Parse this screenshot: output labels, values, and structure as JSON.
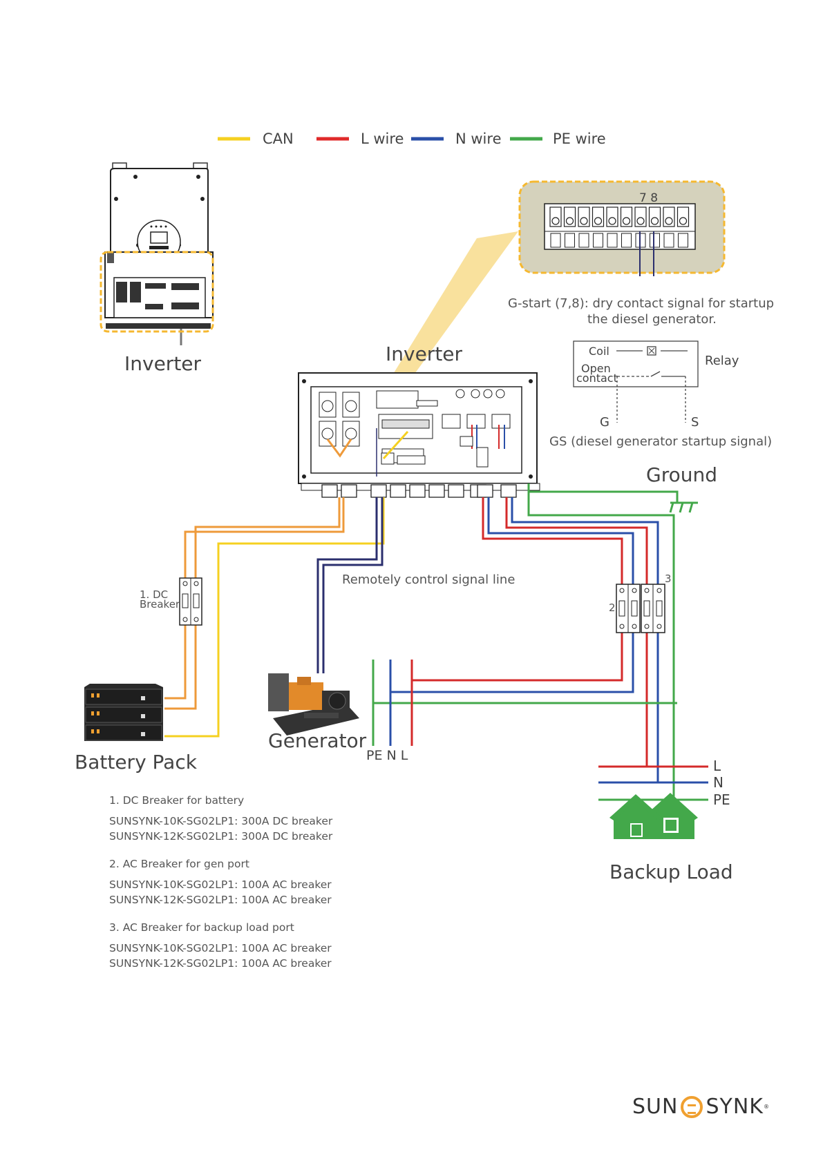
{
  "legend": [
    {
      "label": "CAN",
      "color": "#f5d020"
    },
    {
      "label": "L wire",
      "color": "#e02a2a"
    },
    {
      "label": "N wire",
      "color": "#2a4fa8"
    },
    {
      "label": "PE wire",
      "color": "#43a84a"
    }
  ],
  "labels": {
    "inverter_top": "Inverter",
    "inverter_main": "Inverter",
    "gstart_line1": "G-start (7,8): dry contact signal for startup",
    "gstart_line2": "the diesel generator.",
    "terminal_numbers": "7 8",
    "relay": "Relay",
    "coil": "Coil",
    "open_contact_1": "Open",
    "open_contact_2": "contact",
    "g": "G",
    "s": "S",
    "gs_signal": "GS (diesel generator startup signal)",
    "ground": "Ground",
    "dc_breaker_1": "1. DC",
    "dc_breaker_2": "Breaker",
    "remote_line": "Remotely control signal line",
    "breaker_2": "2",
    "breaker_3": "3",
    "battery_pack": "Battery Pack",
    "generator": "Generator",
    "gen_terminals": "PE N  L",
    "out_l": "L",
    "out_n": "N",
    "out_pe": "PE",
    "backup_load": "Backup Load"
  },
  "notes": [
    {
      "title": "1. DC Breaker for battery",
      "lines": [
        "SUNSYNK-10K-SG02LP1: 300A DC breaker",
        "SUNSYNK-12K-SG02LP1: 300A DC breaker"
      ]
    },
    {
      "title": "2. AC Breaker for gen port",
      "lines": [
        "SUNSYNK-10K-SG02LP1: 100A AC breaker",
        "SUNSYNK-12K-SG02LP1: 100A AC breaker"
      ]
    },
    {
      "title": "3. AC Breaker for backup load port",
      "lines": [
        "SUNSYNK-10K-SG02LP1: 100A AC breaker",
        "SUNSYNK-12K-SG02LP1: 100A AC breaker"
      ]
    }
  ],
  "logo": {
    "left": "SUN",
    "right": "SYNK",
    "reg": "®",
    "accent": "#f0a030"
  },
  "colors": {
    "orange": "#ee9a3a",
    "yellow": "#f5d020",
    "red": "#d42a2a",
    "blue": "#2a4fa8",
    "navy": "#2b2f6e",
    "green": "#43a84a",
    "highlight_bg": "#d5d2bc",
    "highlight_border": "#f5b830"
  }
}
